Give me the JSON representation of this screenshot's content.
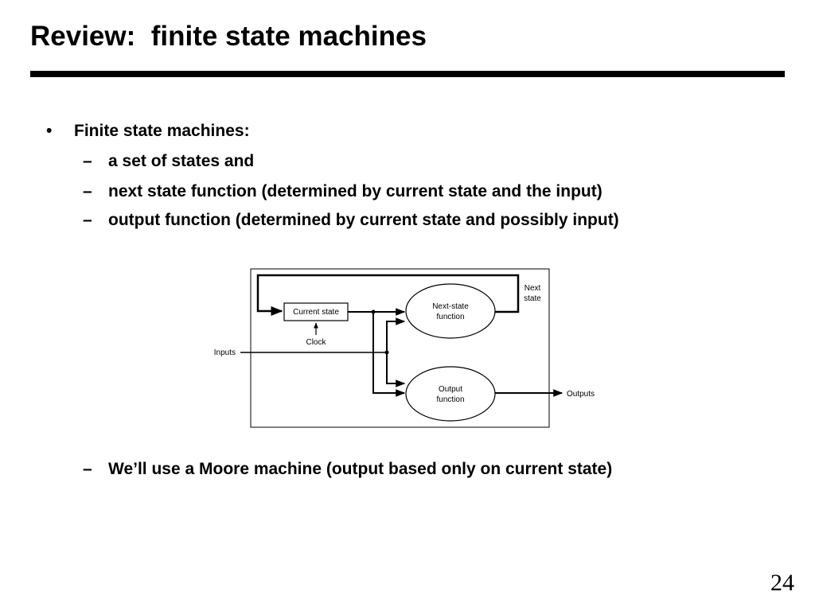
{
  "slide": {
    "title": "Review:  finite state machines",
    "page_number": "24"
  },
  "bullets": {
    "main_marker": "•",
    "sub_marker": "–",
    "main": "Finite state machines:",
    "sub": [
      "a set of states and",
      "next state function (determined by current state and the input)",
      "output function (determined by current state and possibly input)"
    ],
    "footer_sub": "We’ll use a Moore machine (output based only on current state)"
  },
  "diagram": {
    "current_state": "Current state",
    "next_state_function": [
      "Next-state",
      "function"
    ],
    "output_function": [
      "Output",
      "function"
    ],
    "next_state": [
      "Next",
      "state"
    ],
    "clock": "Clock",
    "inputs": "Inputs",
    "outputs": "Outputs"
  }
}
